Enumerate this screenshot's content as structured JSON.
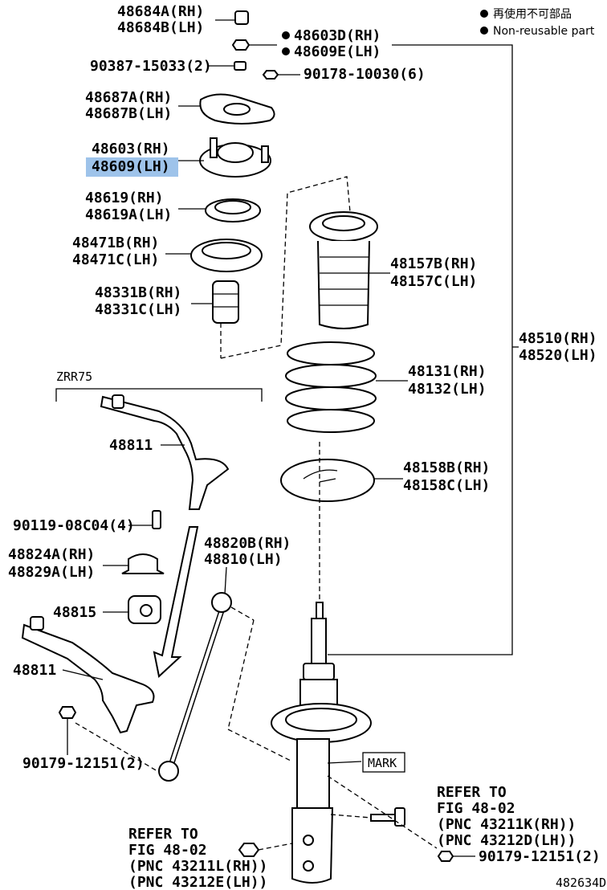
{
  "legend": {
    "jp": "再使用不可部品",
    "en": "Non-reusable part"
  },
  "labels": {
    "p48684": [
      "48684A(RH)",
      "48684B(LH)"
    ],
    "p90387": "90387-15033(2)",
    "p48603d": [
      "48603D(RH)",
      "48609E(LH)"
    ],
    "p90178": "90178-10030(6)",
    "p48687": [
      "48687A(RH)",
      "48687B(LH)"
    ],
    "p48603": [
      "48603(RH)",
      "48609(LH)"
    ],
    "p48619": [
      "48619(RH)",
      "48619A(LH)"
    ],
    "p48471": [
      "48471B(RH)",
      "48471C(LH)"
    ],
    "p48331": [
      "48331B(RH)",
      "48331C(LH)"
    ],
    "p48157": [
      "48157B(RH)",
      "48157C(LH)"
    ],
    "p48510": [
      "48510(RH)",
      "48520(LH)"
    ],
    "p48131": [
      "48131(RH)",
      "48132(LH)"
    ],
    "zrr": "ZRR75",
    "p48811a": "48811",
    "p48158": [
      "48158B(RH)",
      "48158C(LH)"
    ],
    "p90119": "90119-08C04(4)",
    "p48820": [
      "48820B(RH)",
      "48810(LH)"
    ],
    "p48824": [
      "48824A(RH)",
      "48829A(LH)"
    ],
    "p48815": "48815",
    "p48811b": "48811",
    "p90179a": "90179-12151(2)",
    "mark": "MARK",
    "ref1": [
      "REFER TO",
      "FIG 48-02",
      "(PNC 43211K(RH))",
      "(PNC 43212D(LH))"
    ],
    "p90179b": "90179-12151(2)",
    "ref2": [
      "REFER TO",
      "FIG 48-02",
      "(PNC 43211L(RH))",
      "(PNC 43212E(LH))"
    ],
    "code": "482634D"
  },
  "colors": {
    "highlight": "#9ec3ea",
    "ink": "#000000"
  }
}
